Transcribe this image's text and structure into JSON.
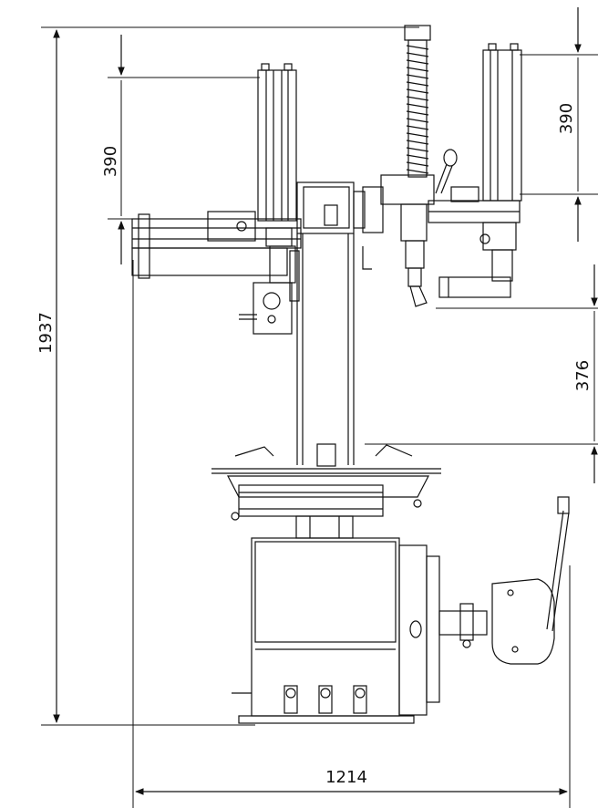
{
  "diagram": {
    "dimensions": {
      "overall_height": "1937",
      "overall_width": "1214",
      "left_arm_travel": "390",
      "right_arm_travel": "390",
      "tool_clearance": "376"
    }
  }
}
